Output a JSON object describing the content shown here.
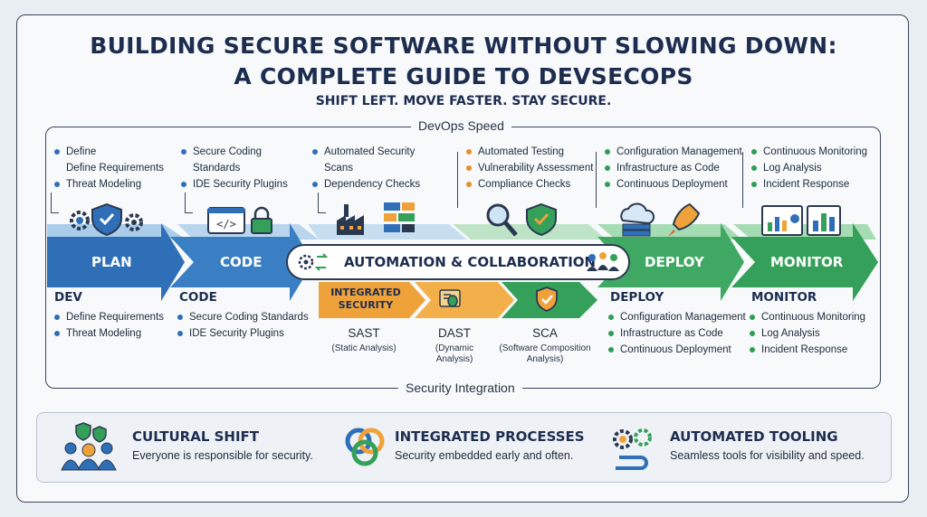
{
  "title_line1": "BUILDING SECURE SOFTWARE WITHOUT SLOWING DOWN:",
  "title_line2": "A COMPLETE GUIDE TO DEVSECOPS",
  "tagline": "SHIFT LEFT. MOVE FASTER. STAY SECURE.",
  "top_label": "DevOps Speed",
  "bottom_label": "Security Integration",
  "top_lists": [
    [
      "Define",
      "Define Requirements",
      "Threat Modeling"
    ],
    [
      "Secure Coding",
      "Standards",
      "IDE Security Plugins"
    ],
    [
      "Automated Security",
      "Scans",
      "Dependency Checks"
    ],
    [
      "Automated Testing",
      "Vulnerability Assessment",
      "Compliance Checks"
    ],
    [
      "Configuration Management",
      "Infrastructure as Code",
      "Continuous Deployment"
    ],
    [
      "Continuous Monitoring",
      "Log Analysis",
      "Incident Response"
    ]
  ],
  "stages": [
    "PLAN",
    "CODE",
    "DEPLOY",
    "MONITOR"
  ],
  "center_banner": "AUTOMATION & COLLABORATION",
  "bottom_sections": [
    {
      "header": "DEV",
      "items": [
        "Define Requirements",
        "Threat Modeling"
      ]
    },
    {
      "header": "CODE",
      "items": [
        "Secure Coding Standards",
        "IDE Security Plugins"
      ]
    },
    {
      "header": "DEPLOY",
      "items": [
        "Configuration Management",
        "Infrastructure as Code",
        "Continuous Deployment"
      ]
    },
    {
      "header": "MONITOR",
      "items": [
        "Continuous Monitoring",
        "Log Analysis",
        "Incident Response"
      ]
    }
  ],
  "integrated_security": [
    "INTEGRATED",
    "SECURITY"
  ],
  "tools": [
    {
      "name": "SAST",
      "sub": [
        "(Static Analysis)"
      ]
    },
    {
      "name": "DAST",
      "sub": [
        "(Dynamic",
        "Analysis)"
      ]
    },
    {
      "name": "SCA",
      "sub": [
        "(Software Composition",
        "Analysis)"
      ]
    }
  ],
  "features": [
    {
      "title": "CULTURAL SHIFT",
      "desc": "Everyone is responsible for security."
    },
    {
      "title": "INTEGRATED PROCESSES",
      "desc": "Security embedded early and often."
    },
    {
      "title": "AUTOMATED TOOLING",
      "desc": "Seamless tools for visibility and speed."
    }
  ],
  "colors": {
    "blue": "#2f6fb8",
    "light_blue": "#a9cdeb",
    "green": "#34a05a",
    "light_green": "#a6dcb4",
    "orange": "#f0a23a",
    "navy": "#1d2d4f"
  },
  "icons": [
    "gear-icon",
    "shield-check-icon",
    "code-icon",
    "lock-icon",
    "factory-icon",
    "code-blocks-icon",
    "magnifier-icon",
    "shield-icon",
    "cloud-server-icon",
    "rocket-icon",
    "dashboard-icon",
    "team-icon",
    "bug-icon",
    "interlocking-rings-icon",
    "gears-icon"
  ]
}
